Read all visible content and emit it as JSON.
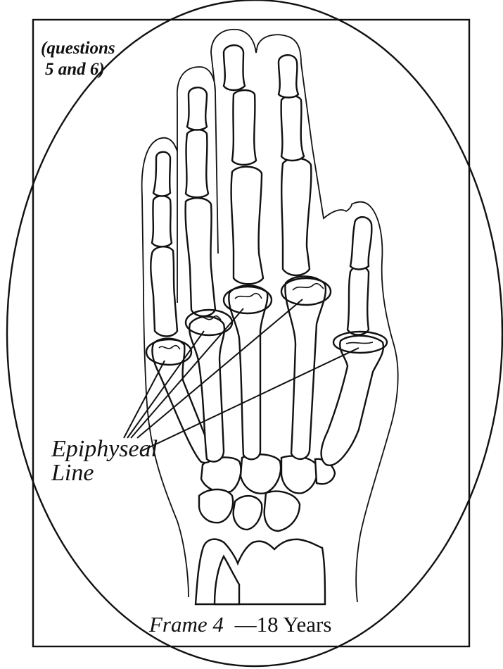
{
  "figure": {
    "note_line1": "(questions",
    "note_line2": "5 and 6)",
    "label_line1": "Epiphyseal",
    "label_line2": "Line",
    "caption_frame_word": "Frame",
    "caption_frame_number": "4",
    "caption_rest": "—18 Years"
  },
  "colors": {
    "ink": "#111111",
    "background": "#ffffff"
  }
}
